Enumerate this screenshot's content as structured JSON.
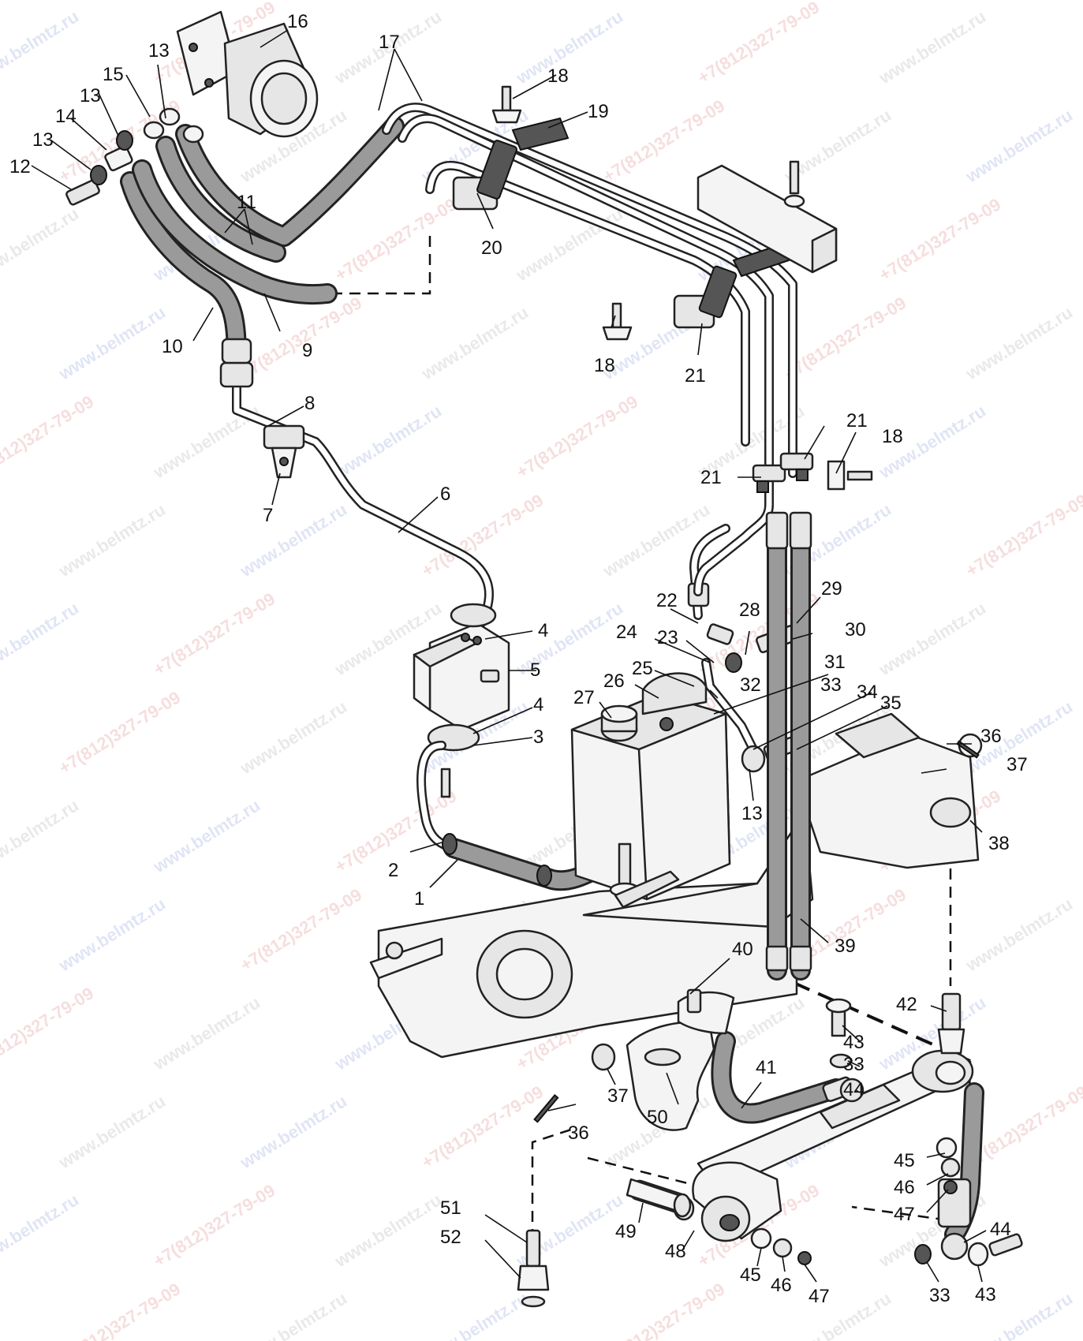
{
  "watermarks": {
    "site": "www.belmtz.ru",
    "phone": "+7(812)327-79-09"
  },
  "callouts": [
    {
      "id": "1",
      "label": "1"
    },
    {
      "id": "2",
      "label": "2"
    },
    {
      "id": "3",
      "label": "3"
    },
    {
      "id": "4a",
      "label": "4"
    },
    {
      "id": "4b",
      "label": "4"
    },
    {
      "id": "5",
      "label": "5"
    },
    {
      "id": "6",
      "label": "6"
    },
    {
      "id": "7",
      "label": "7"
    },
    {
      "id": "8",
      "label": "8"
    },
    {
      "id": "9",
      "label": "9"
    },
    {
      "id": "10",
      "label": "10"
    },
    {
      "id": "11",
      "label": "11"
    },
    {
      "id": "12",
      "label": "12"
    },
    {
      "id": "13a",
      "label": "13"
    },
    {
      "id": "13b",
      "label": "13"
    },
    {
      "id": "13c",
      "label": "13"
    },
    {
      "id": "13d",
      "label": "13"
    },
    {
      "id": "14",
      "label": "14"
    },
    {
      "id": "15",
      "label": "15"
    },
    {
      "id": "16",
      "label": "16"
    },
    {
      "id": "17",
      "label": "17"
    },
    {
      "id": "18a",
      "label": "18"
    },
    {
      "id": "18b",
      "label": "18"
    },
    {
      "id": "18c",
      "label": "18"
    },
    {
      "id": "19",
      "label": "19"
    },
    {
      "id": "20",
      "label": "20"
    },
    {
      "id": "21a",
      "label": "21"
    },
    {
      "id": "21b",
      "label": "21"
    },
    {
      "id": "21c",
      "label": "21"
    },
    {
      "id": "22",
      "label": "22"
    },
    {
      "id": "23",
      "label": "23"
    },
    {
      "id": "24",
      "label": "24"
    },
    {
      "id": "25",
      "label": "25"
    },
    {
      "id": "26",
      "label": "26"
    },
    {
      "id": "27",
      "label": "27"
    },
    {
      "id": "28",
      "label": "28"
    },
    {
      "id": "29",
      "label": "29"
    },
    {
      "id": "30",
      "label": "30"
    },
    {
      "id": "31",
      "label": "31"
    },
    {
      "id": "32",
      "label": "32"
    },
    {
      "id": "33a",
      "label": "33"
    },
    {
      "id": "33b",
      "label": "33"
    },
    {
      "id": "33c",
      "label": "33"
    },
    {
      "id": "34",
      "label": "34"
    },
    {
      "id": "35",
      "label": "35"
    },
    {
      "id": "36a",
      "label": "36"
    },
    {
      "id": "36b",
      "label": "36"
    },
    {
      "id": "37a",
      "label": "37"
    },
    {
      "id": "37b",
      "label": "37"
    },
    {
      "id": "38",
      "label": "38"
    },
    {
      "id": "39",
      "label": "39"
    },
    {
      "id": "40",
      "label": "40"
    },
    {
      "id": "41",
      "label": "41"
    },
    {
      "id": "42",
      "label": "42"
    },
    {
      "id": "43a",
      "label": "43"
    },
    {
      "id": "43b",
      "label": "43"
    },
    {
      "id": "44a",
      "label": "44"
    },
    {
      "id": "44b",
      "label": "44"
    },
    {
      "id": "45a",
      "label": "45"
    },
    {
      "id": "45b",
      "label": "45"
    },
    {
      "id": "46a",
      "label": "46"
    },
    {
      "id": "46b",
      "label": "46"
    },
    {
      "id": "47a",
      "label": "47"
    },
    {
      "id": "47b",
      "label": "47"
    },
    {
      "id": "48",
      "label": "48"
    },
    {
      "id": "49",
      "label": "49"
    },
    {
      "id": "50",
      "label": "50"
    },
    {
      "id": "51",
      "label": "51"
    },
    {
      "id": "52",
      "label": "52"
    }
  ]
}
